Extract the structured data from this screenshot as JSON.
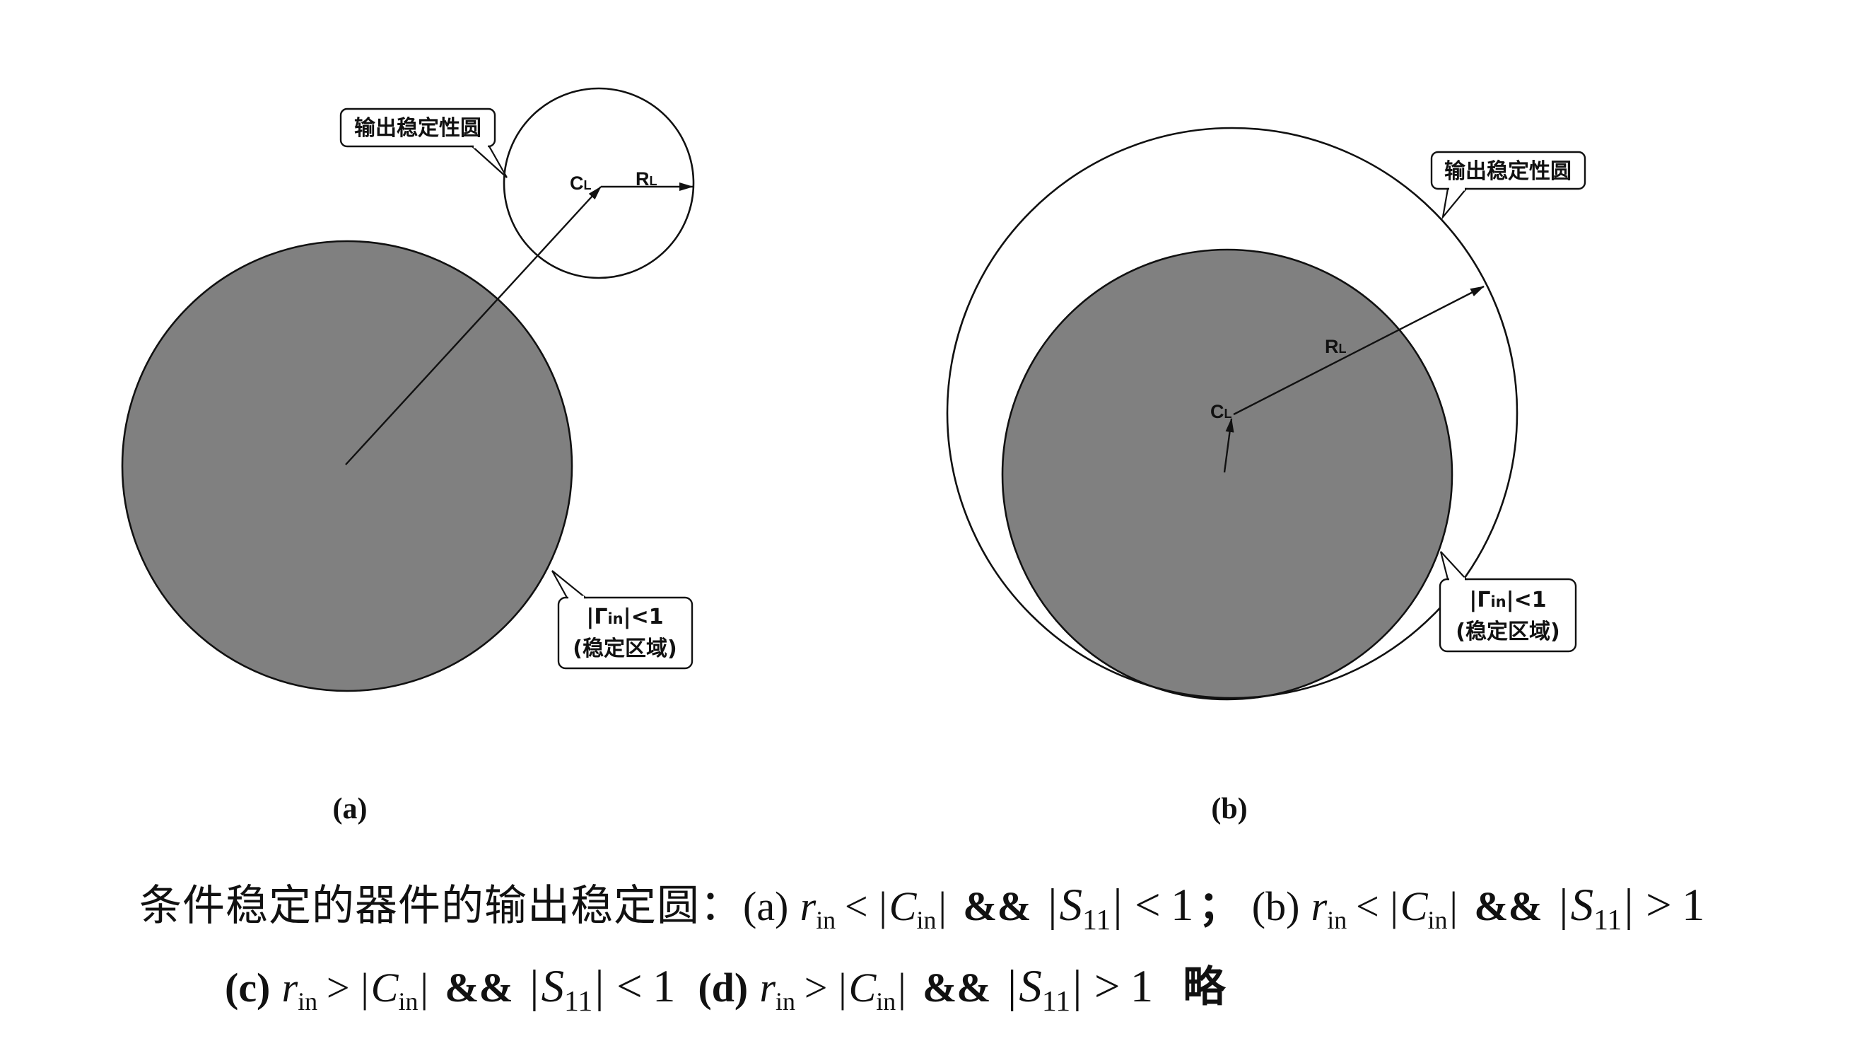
{
  "diagram_a": {
    "panel_label": "(a)",
    "center": {
      "main": "C",
      "sub": "L"
    },
    "radius": {
      "main": "R",
      "sub": "L"
    },
    "callout_circle": "输出稳定性圆",
    "callout_region": {
      "pre": "|Γ",
      "sub": "in",
      "post": "|<1",
      "line2": "(稳定区域)"
    }
  },
  "diagram_b": {
    "panel_label": "(b)",
    "center": {
      "main": "C",
      "sub": "L"
    },
    "radius": {
      "main": "R",
      "sub": "L"
    },
    "callout_circle": "输出稳定性圆",
    "callout_region": {
      "pre": "|Γ",
      "sub": "in",
      "post": "|<1",
      "line2": "(稳定区域)"
    }
  },
  "caption": {
    "title": "条件稳定的器件的输出稳定圆：",
    "bar": "|",
    "cases": [
      {
        "label": "(a)",
        "r": "r",
        "r_sub": "in",
        "op1": "<",
        "c": "C",
        "c_sub": "in",
        "and": "&&",
        "s": "S",
        "s_sub": "11",
        "op2": "<",
        "rhs": "1",
        "sep": "；"
      },
      {
        "label": "(b)",
        "r": "r",
        "r_sub": "in",
        "op1": "<",
        "c": "C",
        "c_sub": "in",
        "and": "&&",
        "s": "S",
        "s_sub": "11",
        "op2": ">",
        "rhs": "1"
      },
      {
        "label": "(c)",
        "r": "r",
        "r_sub": "in",
        "op1": ">",
        "c": "C",
        "c_sub": "in",
        "and": "&&",
        "s": "S",
        "s_sub": "11",
        "op2": "<",
        "rhs": "1"
      },
      {
        "label": "(d)",
        "r": "r",
        "r_sub": "in",
        "op1": ">",
        "c": "C",
        "c_sub": "in",
        "and": "&&",
        "s": "S",
        "s_sub": "11",
        "op2": ">",
        "rhs": "1"
      }
    ],
    "omitted": "略"
  },
  "colors": {
    "stable_region": "#808080",
    "line": "#111111",
    "background": "#ffffff"
  }
}
